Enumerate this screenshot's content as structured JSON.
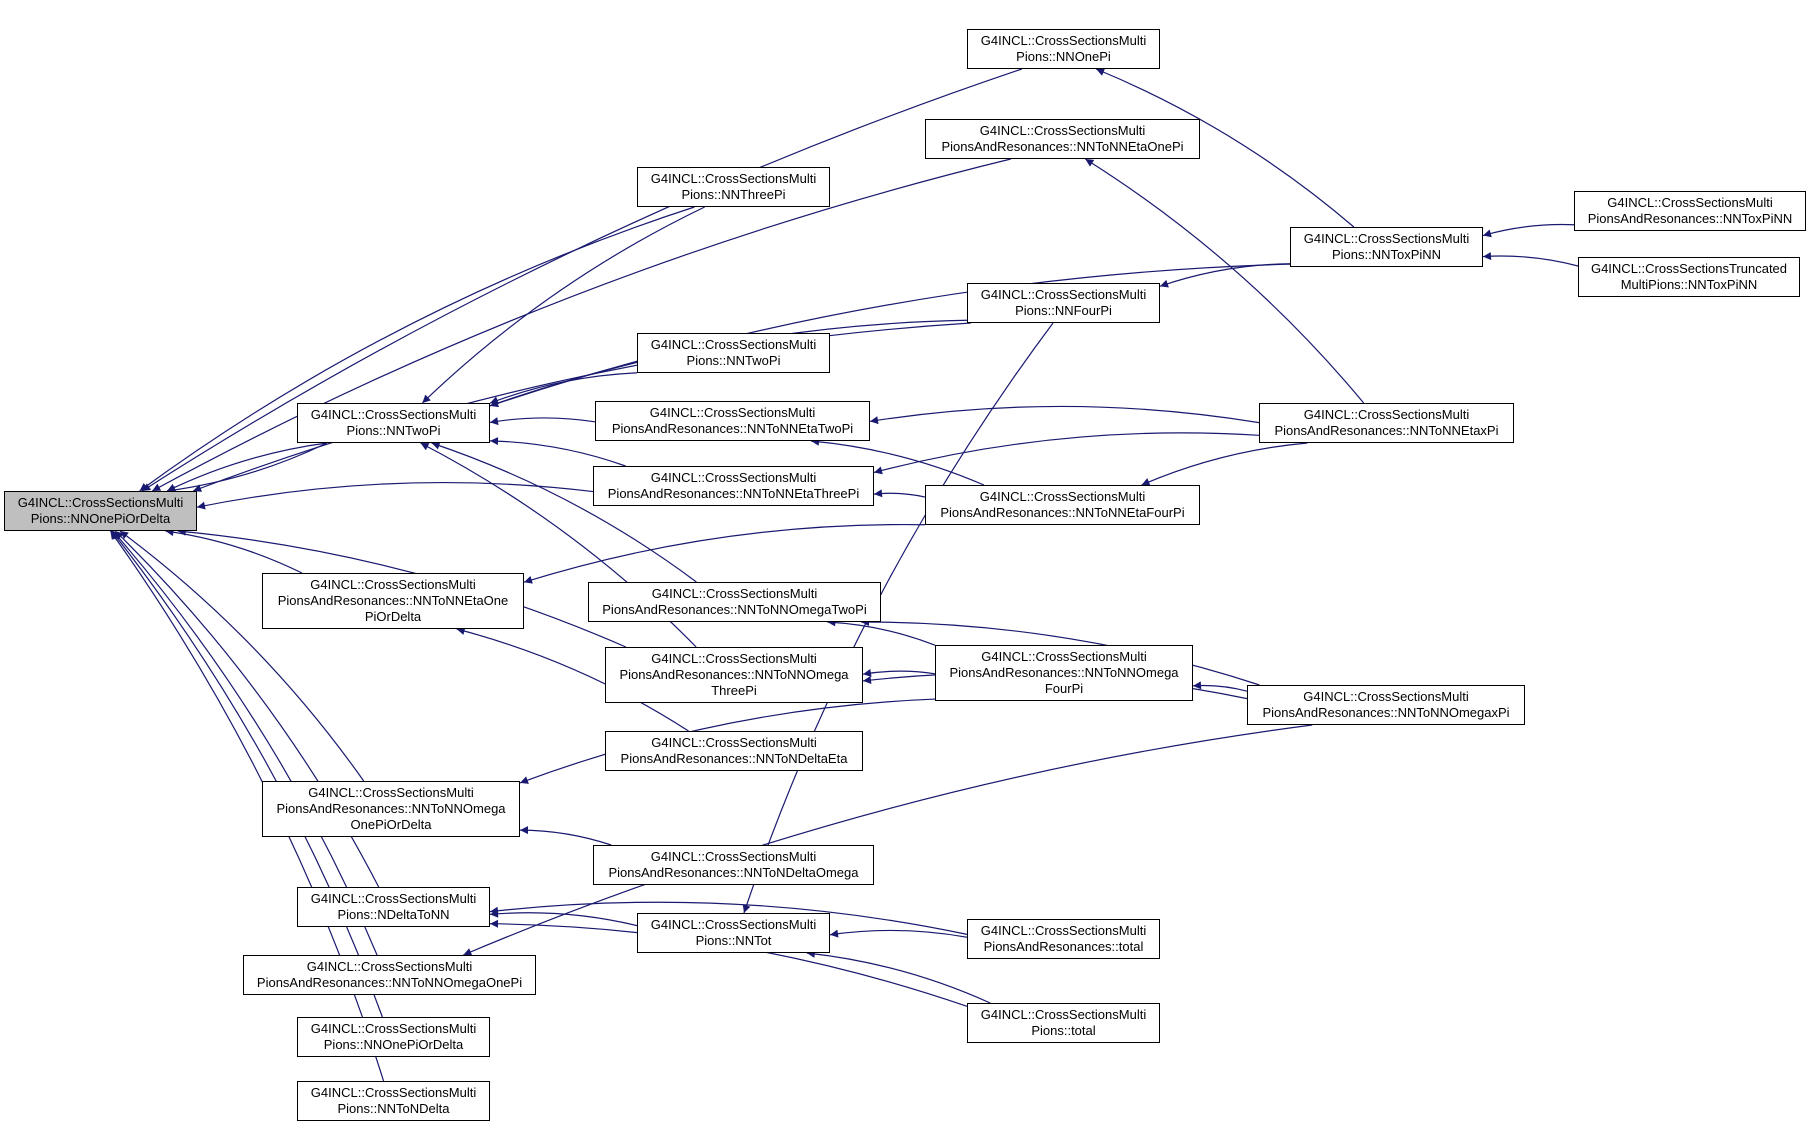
{
  "graph": {
    "edge_color": "#191970",
    "root_fill": "#bfbfbf",
    "nodes": {
      "root": {
        "lines": [
          "G4INCL::CrossSectionsMulti",
          "Pions::NNOnePiOrDelta"
        ],
        "root": true
      },
      "nnonepi": {
        "lines": [
          "G4INCL::CrossSectionsMulti",
          "Pions::NNOnePi"
        ]
      },
      "nntonnetaonepi": {
        "lines": [
          "G4INCL::CrossSectionsMulti",
          "PionsAndResonances::NNToNNEtaOnePi"
        ]
      },
      "nnthreepi": {
        "lines": [
          "G4INCL::CrossSectionsMulti",
          "Pions::NNThreePi"
        ]
      },
      "nntoxpinn": {
        "lines": [
          "G4INCL::CrossSectionsMulti",
          "Pions::NNToxPiNN"
        ]
      },
      "res_nntoxpinn": {
        "lines": [
          "G4INCL::CrossSectionsMulti",
          "PionsAndResonances::NNToxPiNN"
        ]
      },
      "trunc_nntoxpinn": {
        "lines": [
          "G4INCL::CrossSectionsTruncated",
          "MultiPions::NNToxPiNN"
        ]
      },
      "nnfourpi": {
        "lines": [
          "G4INCL::CrossSectionsMulti",
          "Pions::NNFourPi"
        ]
      },
      "nntwopi_mid": {
        "lines": [
          "G4INCL::CrossSectionsMulti",
          "Pions::NNTwoPi"
        ]
      },
      "nntwopi": {
        "lines": [
          "G4INCL::CrossSectionsMulti",
          "Pions::NNTwoPi"
        ]
      },
      "nntonnetatwopi": {
        "lines": [
          "G4INCL::CrossSectionsMulti",
          "PionsAndResonances::NNToNNEtaTwoPi"
        ]
      },
      "nntonnetaxpi": {
        "lines": [
          "G4INCL::CrossSectionsMulti",
          "PionsAndResonances::NNToNNEtaxPi"
        ]
      },
      "nntonnetathreepi": {
        "lines": [
          "G4INCL::CrossSectionsMulti",
          "PionsAndResonances::NNToNNEtaThreePi"
        ]
      },
      "nntonnetafourpi": {
        "lines": [
          "G4INCL::CrossSectionsMulti",
          "PionsAndResonances::NNToNNEtaFourPi"
        ]
      },
      "nntonnetaonepiordelta": {
        "lines": [
          "G4INCL::CrossSectionsMulti",
          "PionsAndResonances::NNToNNEtaOne",
          "PiOrDelta"
        ]
      },
      "nntonnomegatwopi": {
        "lines": [
          "G4INCL::CrossSectionsMulti",
          "PionsAndResonances::NNToNNOmegaTwoPi"
        ]
      },
      "nntonnomegathreepi": {
        "lines": [
          "G4INCL::CrossSectionsMulti",
          "PionsAndResonances::NNToNNOmega",
          "ThreePi"
        ]
      },
      "nntonnomegafourpi": {
        "lines": [
          "G4INCL::CrossSectionsMulti",
          "PionsAndResonances::NNToNNOmega",
          "FourPi"
        ]
      },
      "nntonnomegaxpi": {
        "lines": [
          "G4INCL::CrossSectionsMulti",
          "PionsAndResonances::NNToNNOmegaxPi"
        ]
      },
      "nntondeltaeta": {
        "lines": [
          "G4INCL::CrossSectionsMulti",
          "PionsAndResonances::NNToNDeltaEta"
        ]
      },
      "nntonnomegaonepiordelta": {
        "lines": [
          "G4INCL::CrossSectionsMulti",
          "PionsAndResonances::NNToNNOmega",
          "OnePiOrDelta"
        ]
      },
      "nntondeltaomega": {
        "lines": [
          "G4INCL::CrossSectionsMulti",
          "PionsAndResonances::NNToNDeltaOmega"
        ]
      },
      "ndeltatonn": {
        "lines": [
          "G4INCL::CrossSectionsMulti",
          "Pions::NDeltaToNN"
        ]
      },
      "nntot": {
        "lines": [
          "G4INCL::CrossSectionsMulti",
          "Pions::NNTot"
        ]
      },
      "res_total": {
        "lines": [
          "G4INCL::CrossSectionsMulti",
          "PionsAndResonances::total"
        ]
      },
      "nntonnomegaonepi": {
        "lines": [
          "G4INCL::CrossSectionsMulti",
          "PionsAndResonances::NNToNNOmegaOnePi"
        ]
      },
      "pions_total": {
        "lines": [
          "G4INCL::CrossSectionsMulti",
          "Pions::total"
        ]
      },
      "nnonepiordelta2": {
        "lines": [
          "G4INCL::CrossSectionsMulti",
          "Pions::NNOnePiOrDelta"
        ]
      },
      "nntondelta": {
        "lines": [
          "G4INCL::CrossSectionsMulti",
          "Pions::NNToNDelta"
        ]
      }
    },
    "edges": [
      [
        "nnonepi",
        "root"
      ],
      [
        "nntonnetaonepi",
        "root"
      ],
      [
        "nnfourpi",
        "root"
      ],
      [
        "nnthreepi",
        "root"
      ],
      [
        "nntwopi",
        "root"
      ],
      [
        "nntwopi",
        "root"
      ],
      [
        "nntonnetathreepi",
        "root"
      ],
      [
        "nntonnomegathreepi",
        "root"
      ],
      [
        "nntonnetaonepiordelta",
        "root"
      ],
      [
        "nntonnomegaonepiordelta",
        "root"
      ],
      [
        "ndeltatonn",
        "root"
      ],
      [
        "nntonnomegaonepi",
        "root"
      ],
      [
        "nnonepiordelta2",
        "root"
      ],
      [
        "nntondelta",
        "root"
      ],
      [
        "nnthreepi",
        "nntwopi"
      ],
      [
        "nntoxpinn",
        "nntwopi"
      ],
      [
        "nnfourpi",
        "nntwopi"
      ],
      [
        "nntwopi_mid",
        "nntwopi"
      ],
      [
        "nntonnetatwopi",
        "nntwopi"
      ],
      [
        "nntonnetathreepi",
        "nntwopi"
      ],
      [
        "nntonnomegatwopi",
        "nntwopi"
      ],
      [
        "nntonnomegathreepi",
        "nntwopi"
      ],
      [
        "nntoxpinn",
        "nnonepi"
      ],
      [
        "nntonnetaxpi",
        "nntonnetaonepi"
      ],
      [
        "res_nntoxpinn",
        "nntoxpinn"
      ],
      [
        "trunc_nntoxpinn",
        "nntoxpinn"
      ],
      [
        "nntoxpinn",
        "nnfourpi"
      ],
      [
        "nntonnetaxpi",
        "nntonnetatwopi"
      ],
      [
        "nntonnetafourpi",
        "nntonnetatwopi"
      ],
      [
        "nntonnetaxpi",
        "nntonnetathreepi"
      ],
      [
        "nntonnetafourpi",
        "nntonnetathreepi"
      ],
      [
        "nntonnetaxpi",
        "nntonnetafourpi"
      ],
      [
        "nntonnetafourpi",
        "nntonnetaonepiordelta"
      ],
      [
        "nntondeltaeta",
        "nntonnetaonepiordelta"
      ],
      [
        "nntonnomegaxpi",
        "nntonnomegatwopi"
      ],
      [
        "nntonnomegafourpi",
        "nntonnomegatwopi"
      ],
      [
        "nntonnomegafourpi",
        "nntonnomegathreepi"
      ],
      [
        "nntonnomegaxpi",
        "nntonnomegathreepi"
      ],
      [
        "nntonnomegaxpi",
        "nntonnomegafourpi"
      ],
      [
        "nntonnomegafourpi",
        "nntonnomegaonepiordelta"
      ],
      [
        "nntondeltaomega",
        "nntonnomegaonepiordelta"
      ],
      [
        "nntot",
        "ndeltatonn"
      ],
      [
        "res_total",
        "ndeltatonn"
      ],
      [
        "pions_total",
        "ndeltatonn"
      ],
      [
        "nnfourpi",
        "nntot"
      ],
      [
        "res_total",
        "nntot"
      ],
      [
        "pions_total",
        "nntot"
      ],
      [
        "nntonnomegaxpi",
        "nntonnomegaonepi"
      ]
    ]
  }
}
